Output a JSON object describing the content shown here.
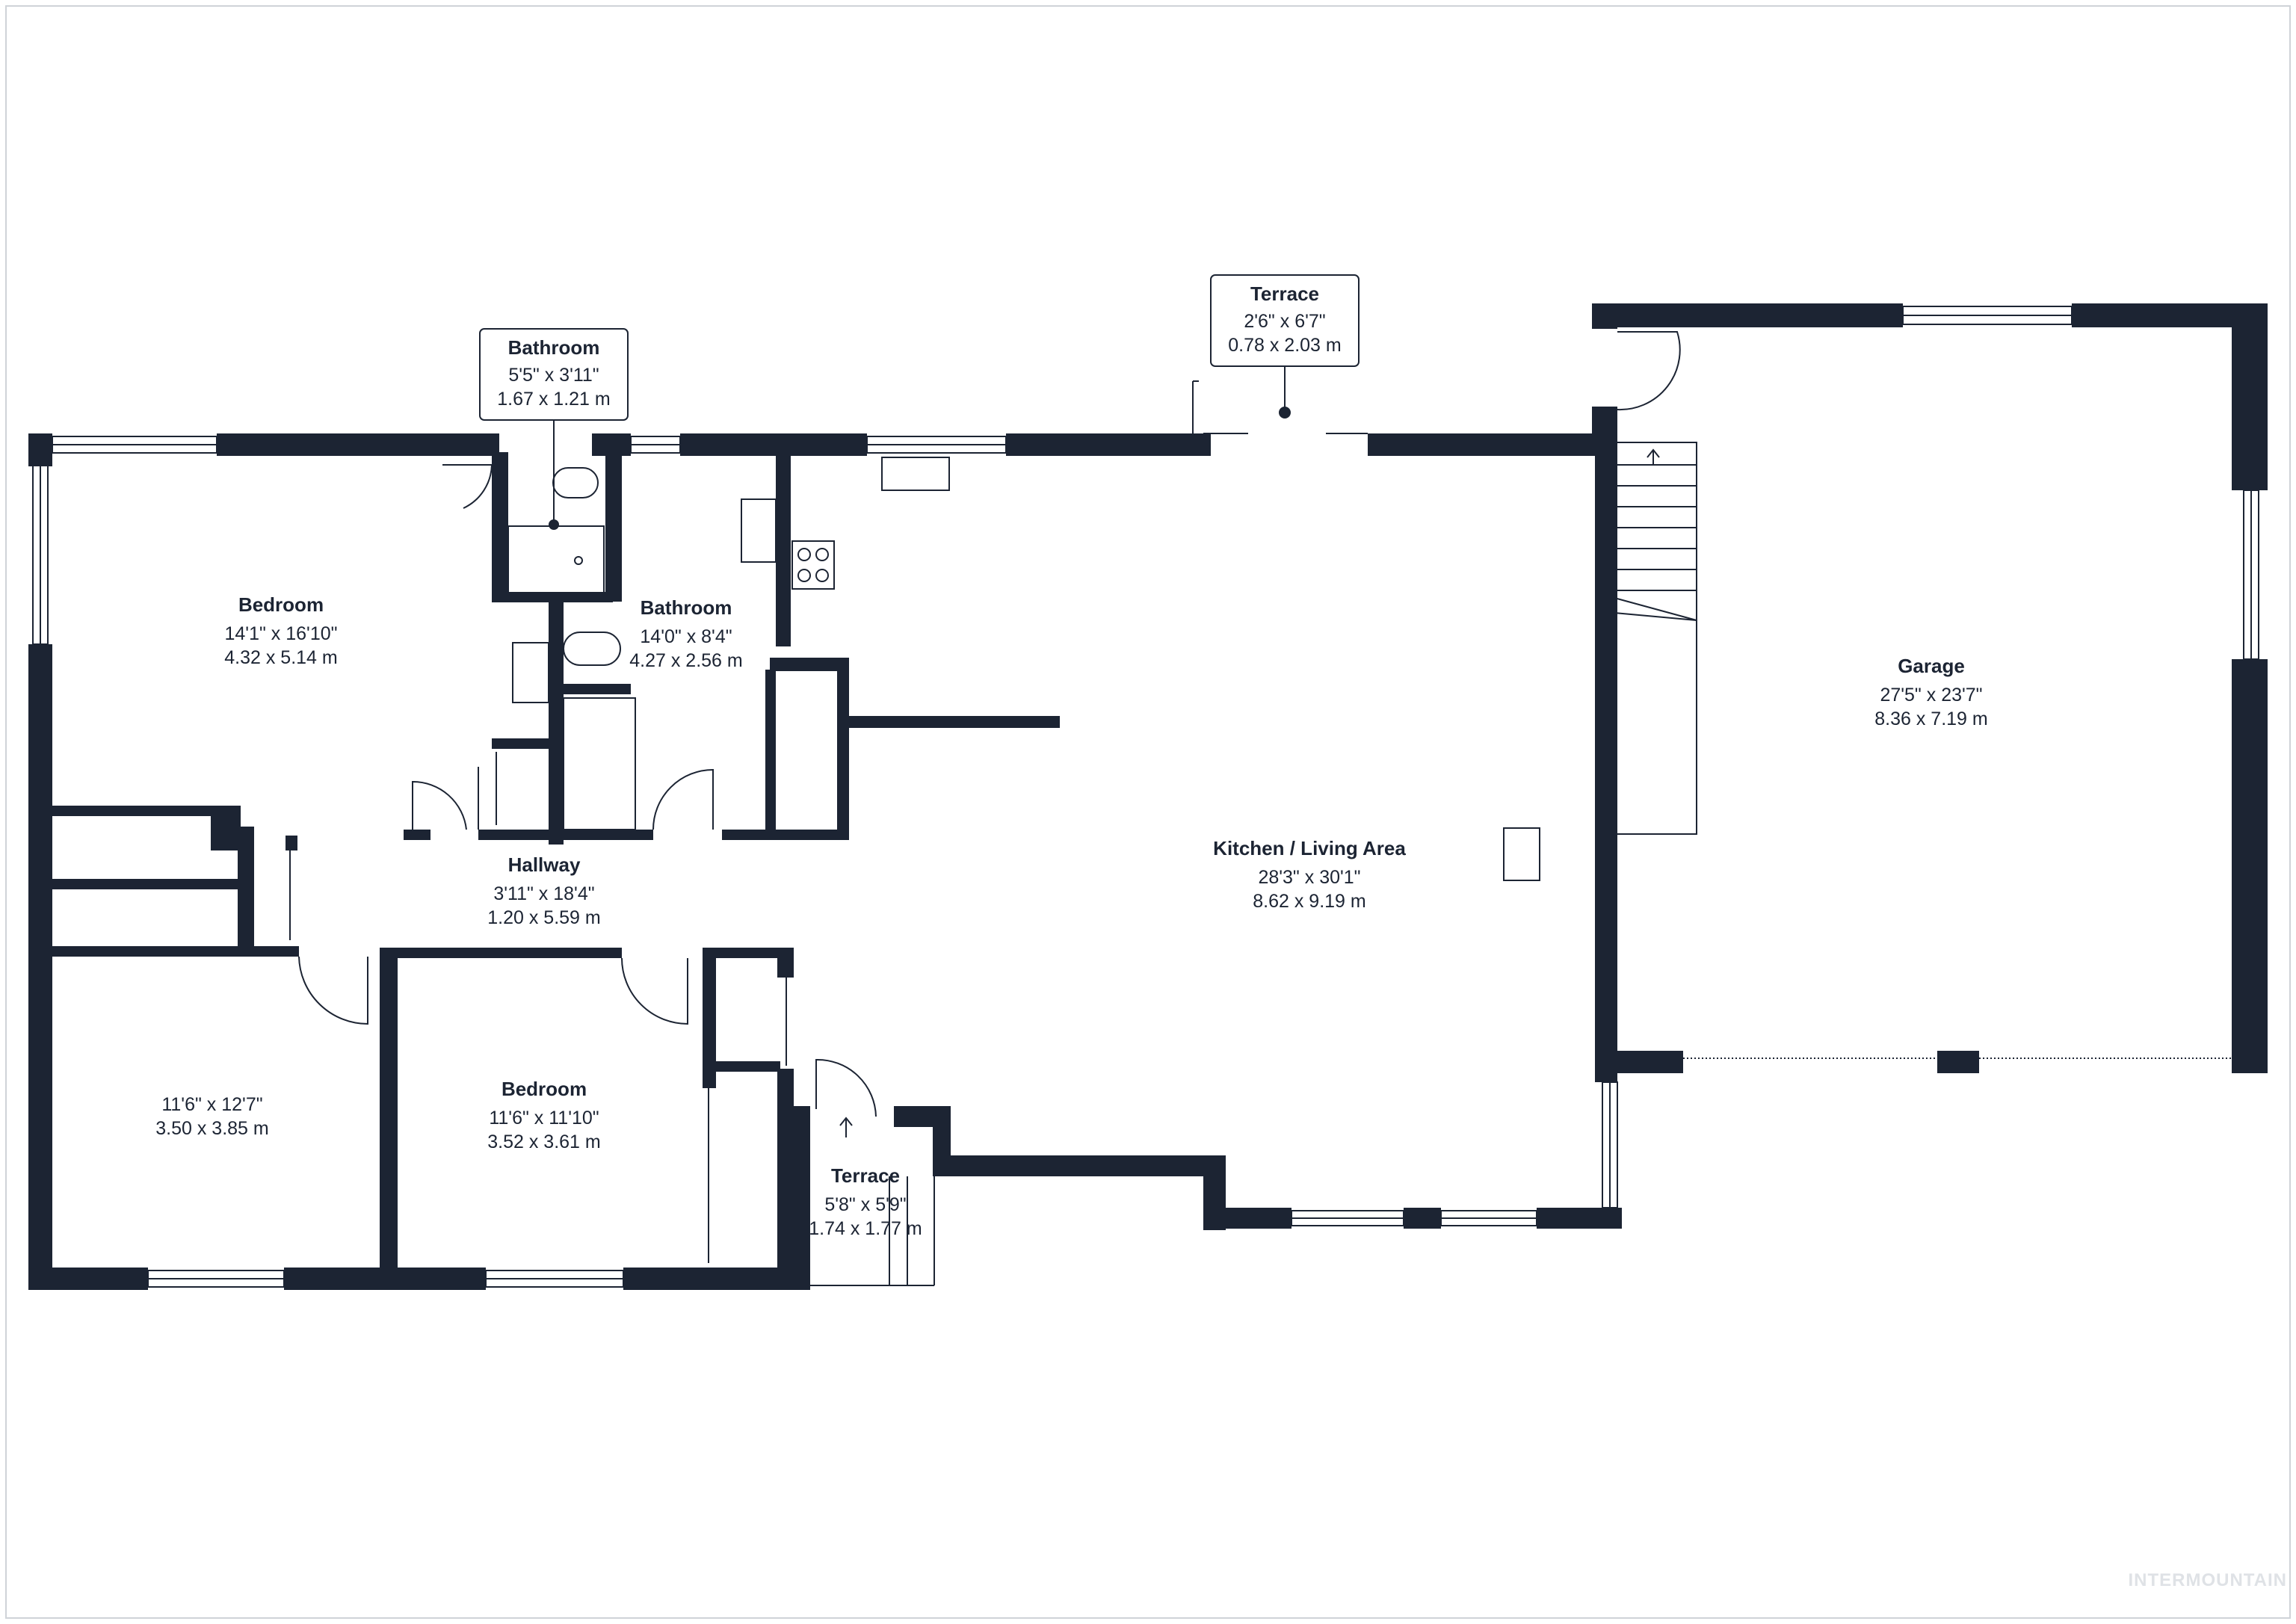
{
  "colors": {
    "wall": "#1c2433",
    "label_border": "#1c2433",
    "fixture": "#1c2433",
    "page_frame": "#cfd3d8",
    "watermark": "#dfe2e6"
  },
  "rooms": [
    {
      "id": "bedroom-1",
      "name": "Bedroom",
      "imperial": "14'1\" x 16'10\"",
      "metric": "4.32 x 5.14 m"
    },
    {
      "id": "bathroom-upper",
      "name": "Bathroom",
      "imperial": "5'5\" x 3'11\"",
      "metric": "1.67 x 1.21 m",
      "boxed": true
    },
    {
      "id": "bathroom-2",
      "name": "Bathroom",
      "imperial": "14'0\" x 8'4\"",
      "metric": "4.27 x 2.56 m"
    },
    {
      "id": "terrace-top",
      "name": "Terrace",
      "imperial": "2'6\" x 6'7\"",
      "metric": "0.78 x 2.03 m",
      "boxed": true
    },
    {
      "id": "garage",
      "name": "Garage",
      "imperial": "27'5\" x 23'7\"",
      "metric": "8.36 x 7.19 m"
    },
    {
      "id": "hallway",
      "name": "Hallway",
      "imperial": "3'11\" x 18'4\"",
      "metric": "1.20 x 5.59 m"
    },
    {
      "id": "kitchen-living",
      "name": "Kitchen / Living Area",
      "imperial": "28'3\" x 30'1\"",
      "metric": "8.62 x 9.19 m"
    },
    {
      "id": "room-unnamed",
      "name": "",
      "imperial": "11'6\" x 12'7\"",
      "metric": "3.50 x 3.85 m"
    },
    {
      "id": "bedroom-2",
      "name": "Bedroom",
      "imperial": "11'6\" x 11'10\"",
      "metric": "3.52 x 3.61 m"
    },
    {
      "id": "terrace-bottom",
      "name": "Terrace",
      "imperial": "5'8\" x 5'9\"",
      "metric": "1.74 x 1.77 m"
    }
  ],
  "watermark": "INTERMOUNTAIN"
}
